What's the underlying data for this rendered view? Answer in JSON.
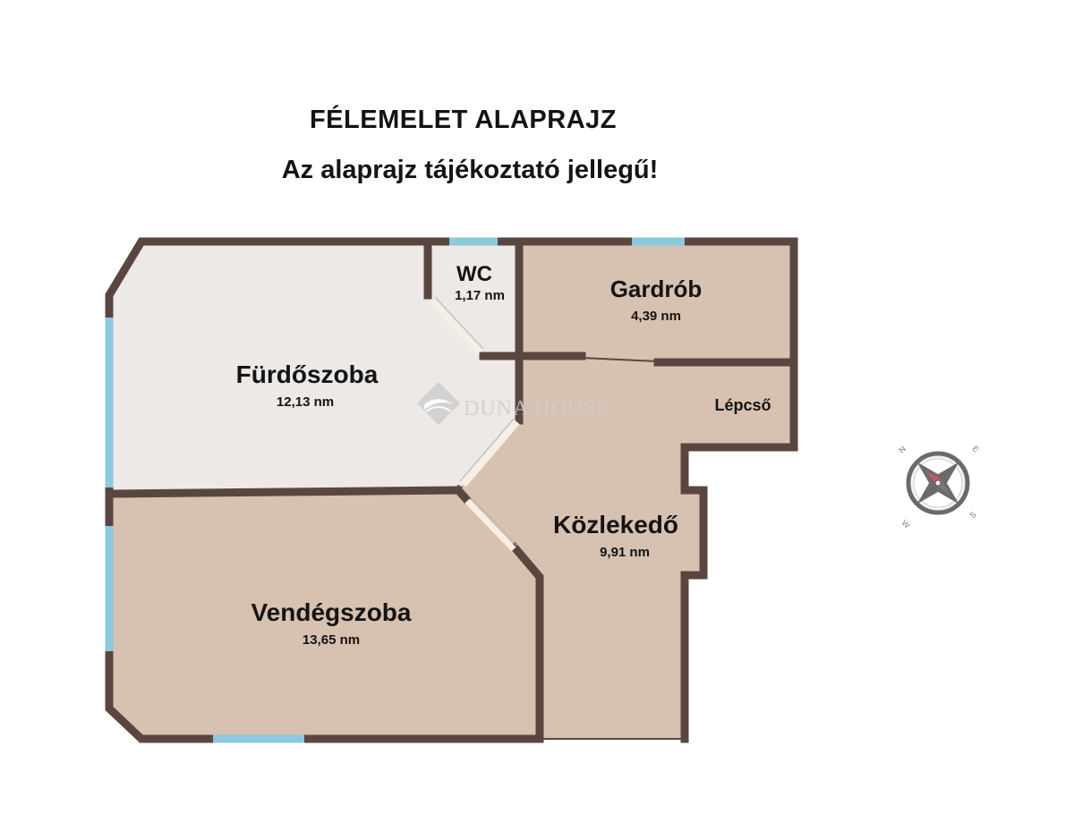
{
  "header": {
    "title": "FÉLEMELET ALAPRAJZ",
    "subtitle": "Az alaprajz tájékoztató jellegű!"
  },
  "rooms": {
    "furdoszoba": {
      "name": "Fürdőszoba",
      "area": "12,13 nm"
    },
    "wc": {
      "name": "WC",
      "area": "1,17 nm"
    },
    "gardrob": {
      "name": "Gardrób",
      "area": "4,39 nm"
    },
    "lepcso": {
      "name": "Lépcső"
    },
    "kozlekedo": {
      "name": "Közlekedő",
      "area": "9,91 nm"
    },
    "vendegszoba": {
      "name": "Vendégszoba",
      "area": "13,65 nm"
    }
  },
  "watermark": {
    "text": "DUNA HOUSE"
  },
  "compass": {
    "n": "N",
    "e": "E",
    "s": "S",
    "w": "W"
  },
  "colors": {
    "wall": "#5a4641",
    "wood_floor": "#d7c1b1",
    "tile_floor": "#ece9e6",
    "window": "#8cc9dd",
    "compass_needle": "#c2566d"
  }
}
